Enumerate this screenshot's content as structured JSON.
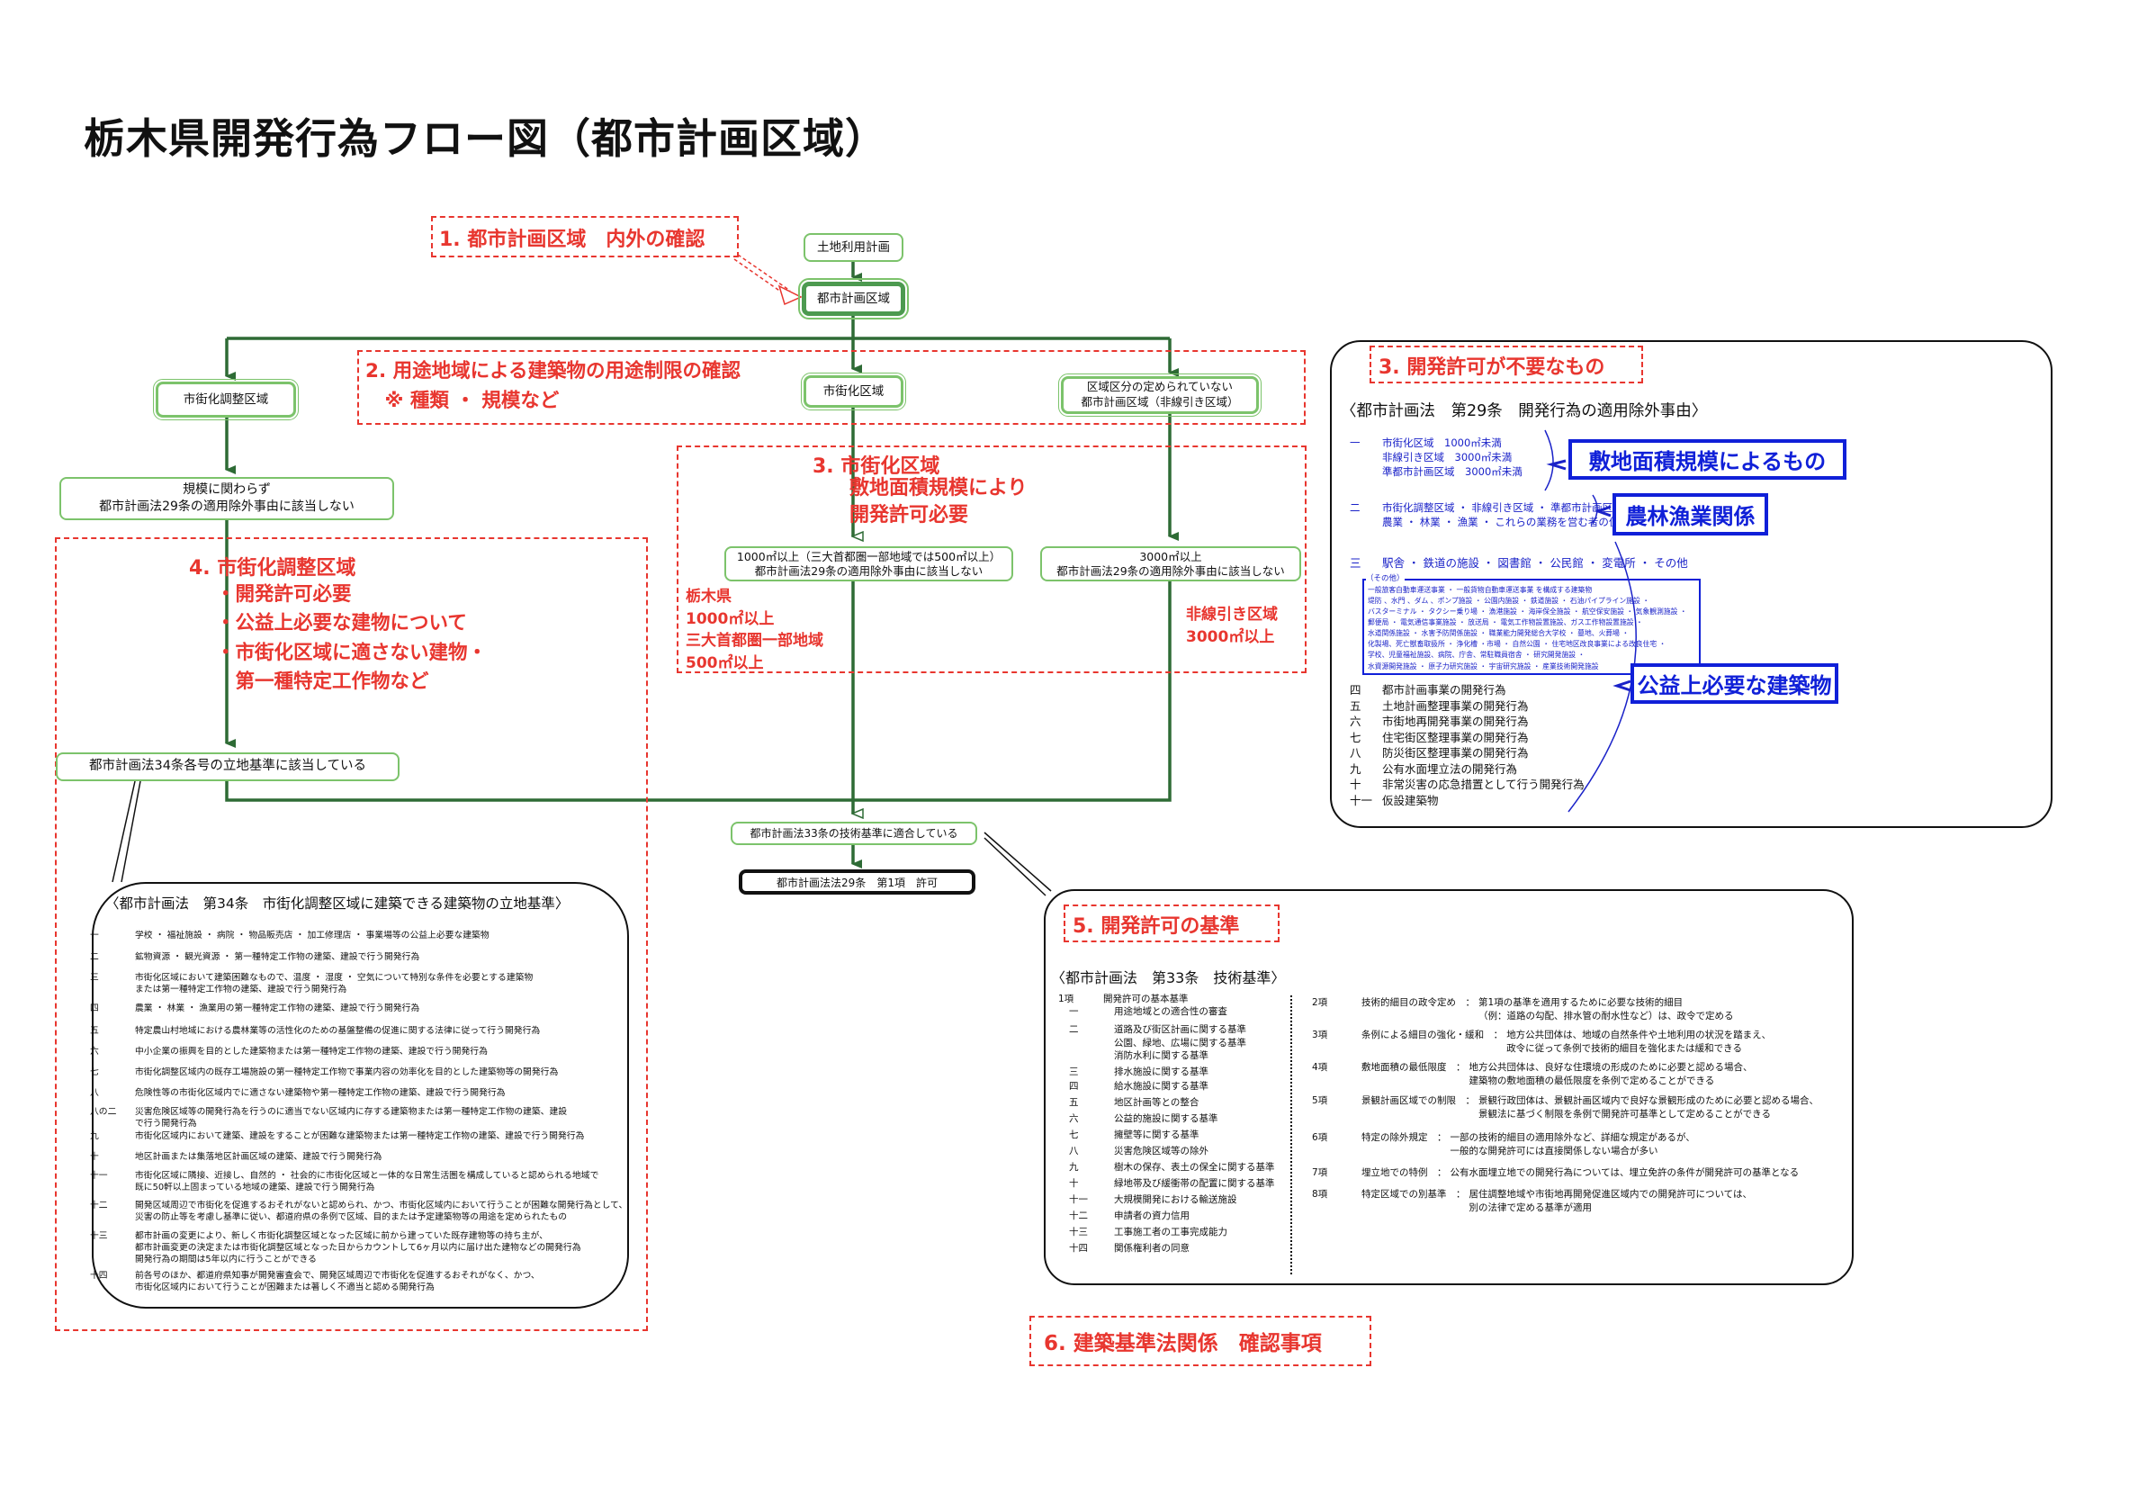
{
  "title": "栃木県開発行為フロー図（都市計画区域）",
  "colors": {
    "flow_green": "#2e6b35",
    "box_green": "#7cc36b",
    "annotation_red": "#e8362f",
    "highlight_blue": "#1020d8"
  },
  "flow": {
    "land_use_plan": "土地利用計画",
    "city_planning_area": "都市計画区域",
    "urbanization_control_area": "市街化調整区域",
    "urbanization_area": "市街化区域",
    "non_delineated_area": "区域区分の定められていない\n都市計画区域（非線引き区域）",
    "control_not_exempt": "規模に関わらず\n都市計画法29条の適用除外事由に該当しない",
    "urban_1000": "1000㎡以上（三大首都圏一部地域では500㎡以上）\n都市計画法29条の適用除外事由に該当しない",
    "nondelin_3000": "3000㎡以上\n都市計画法29条の適用除外事由に該当しない",
    "art34_location": "都市計画法34条各号の立地基準に該当している",
    "art33_technical": "都市計画法33条の技術基準に適合している",
    "permit": "都市計画法法29条　第1項　許可"
  },
  "annotations": {
    "s1": "1.  都市計画区域　内外の確認",
    "s2": "2.  用途地域による建築物の用途制限の確認\n　※ 種類 ・ 規模など",
    "s3_title": "3.  市街化区域",
    "s3_body": "敷地面積規模により\n開発許可必要",
    "s3_left": "栃木県\n1000㎡以上\n三大首都圏一部地域\n500㎡以上",
    "s3_right": "非線引き区域\n3000㎡以上",
    "s4_title": "4.  市街化調整区域",
    "s4_body": "・開発許可必要\n・公益上必要な建物について\n・市街化区域に適さない建物・\n　第一種特定工作物など",
    "s6": "6.  建築基準法関係　確認事項"
  },
  "panel3": {
    "label": "3.  開発許可が不要なもの",
    "heading": "〈都市計画法　第29条　開発行為の適用除外事由〉",
    "item1": {
      "num": "一",
      "text": "市街化区域　1000㎡未満\n非線引き区域　3000㎡未満\n準都市計画区域　3000㎡未満"
    },
    "item2": {
      "num": "二",
      "text": "市街化調整区域 ・ 非線引き区域 ・ 準都市計画区域で\n農業 ・ 林業 ・ 漁業 ・ これらの業務を営む者の住居"
    },
    "item3": {
      "num": "三",
      "text": "駅舎 ・ 鉄道の施設 ・ 図書館 ・ 公民館 ・ 変電所 ・ その他"
    },
    "other_label": "（その他）",
    "other_text": "一般旅客自動車運送事業 ・ 一般貨物自動車運送事業 を構成する建築物\n堤防 、水門 、ダム 、ポンプ施設 ・ 公園内施設 ・ 鉄道施設 ・ 石油パイプライン施設 ・\nバスターミナル ・ タクシー乗り場 ・ 漁港施設 ・ 海岸保全施設 ・ 航空保安施設 ・ 気象観測施設 ・\n郵便局 ・ 電気通信事業施設 ・ 放送局 ・ 電気工作物設置施設、ガス工作物設置施設 ・\n水道関係施設 ・ 水害予防関係施設 ・ 職業能力開発総合大学校 ・ 墓地、火葬場 ・\n化製場、死亡獣畜取扱所 ・ 浄化槽 ・市場 ・ 自然公園 ・ 住宅地区改良事業による改良住宅 ・\n学校、児童福祉施設、病院、庁舎、常駐職員宿舎 ・ 研究開発施設 ・\n水資源開発施設 ・ 原子力研究施設 ・ 宇宙研究施設 ・ 産業技術開発施設",
    "items_rest": [
      {
        "num": "四",
        "text": "都市計画事業の開発行為"
      },
      {
        "num": "五",
        "text": "土地計画整理事業の開発行為"
      },
      {
        "num": "六",
        "text": "市街地再開発事業の開発行為"
      },
      {
        "num": "七",
        "text": "住宅街区整理事業の開発行為"
      },
      {
        "num": "八",
        "text": "防災街区整理事業の開発行為"
      },
      {
        "num": "九",
        "text": "公有水面埋立法の開発行為"
      },
      {
        "num": "十",
        "text": "非常災害の応急措置として行う開発行為"
      },
      {
        "num": "十一",
        "text": "仮設建築物"
      }
    ],
    "tag_area": "敷地面積規模によるもの",
    "tag_agri": "農林漁業関係",
    "tag_public": "公益上必要な建築物"
  },
  "panel34": {
    "heading": "〈都市計画法　第34条　市街化調整区域に建築できる建築物の立地基準〉",
    "items": [
      {
        "num": "一",
        "text": "学校 ・ 福祉施設 ・ 病院 ・ 物品販売店 ・ 加工修理店 ・ 事業場等の公益上必要な建築物"
      },
      {
        "num": "二",
        "text": "鉱物資源 ・ 観光資源 ・ 第一種特定工作物の建築、建設で行う開発行為"
      },
      {
        "num": "三",
        "text": "市街化区域において建築困難なもので、温度 ・ 湿度 ・ 空気について特別な条件を必要とする建築物\nまたは第一種特定工作物の建築、建設で行う開発行為"
      },
      {
        "num": "四",
        "text": "農業 ・ 林業 ・ 漁業用の第一種特定工作物の建築、建設で行う開発行為"
      },
      {
        "num": "五",
        "text": "特定農山村地域における農林業等の活性化のための基盤整備の促進に関する法律に従って行う開発行為"
      },
      {
        "num": "六",
        "text": "中小企業の振興を目的とした建築物または第一種特定工作物の建築、建設で行う開発行為"
      },
      {
        "num": "七",
        "text": "市街化調整区域内の既存工場施設の第一種特定工作物で事業内容の効率化を目的とした建築物等の開発行為"
      },
      {
        "num": "八",
        "text": "危険性等の市街化区域内でに適さない建築物や第一種特定工作物の建築、建設で行う開発行為"
      },
      {
        "num": "八の二",
        "text": "災害危険区域等の開発行為を行うのに適当でない区域内に存する建築物または第一種特定工作物の建築、建設\nで行う開発行為"
      },
      {
        "num": "九",
        "text": "市街化区域内において建築、建設をすることが困難な建築物または第一種特定工作物の建築、建設で行う開発行為"
      },
      {
        "num": "十",
        "text": "地区計画または集落地区計画区域の建築、建設で行う開発行為"
      },
      {
        "num": "十一",
        "text": "市街化区域に隣接、近接し、自然的 ・ 社会的に市街化区域と一体的な日常生活圏を構成していると認められる地域で\n既に50軒以上固まっている地域の建築、建設で行う開発行為"
      },
      {
        "num": "十二",
        "text": "開発区域周辺で市街化を促進するおそれがないと認められ、かつ、市街化区域内において行うことが困難な開発行為として、\n災害の防止等を考慮し基準に従い、都道府県の条例で区域、目的または予定建築物等の用途を定められたもの"
      },
      {
        "num": "十三",
        "text": "都市計画の変更により、新しく市街化調整区域となった区域に前から建っていた既存建物等の持ち主が、\n都市計画変更の決定または市街化調整区域となった日からカウントして6ヶ月以内に届け出た建物などの開発行為\n開発行為の期間は5年以内に行うことができる"
      },
      {
        "num": "十四",
        "text": "前各号のほか、都道府県知事が開発審査会で、開発区域周辺で市街化を促進するおそれがなく、かつ、\n市街化区域内において行うことが困難または著しく不適当と認める開発行為"
      }
    ]
  },
  "panel5": {
    "label": "5.  開発許可の基準",
    "heading": "〈都市計画法　第33条　技術基準〉",
    "para1": {
      "num": "1項",
      "text": "開発許可の基本基準"
    },
    "para1_items": [
      {
        "num": "一",
        "text": "用途地域との適合性の審査"
      },
      {
        "num": "二",
        "text": "道路及び街区計画に関する基準\n公園、緑地、広場に関する基準\n消防水利に関する基準"
      },
      {
        "num": "三",
        "text": "排水施設に関する基準"
      },
      {
        "num": "四",
        "text": "給水施設に関する基準"
      },
      {
        "num": "五",
        "text": "地区計画等との整合"
      },
      {
        "num": "六",
        "text": "公益的施設に関する基準"
      },
      {
        "num": "七",
        "text": "擁壁等に関する基準"
      },
      {
        "num": "八",
        "text": "災害危険区域等の除外"
      },
      {
        "num": "九",
        "text": "樹木の保存、表土の保全に関する基準"
      },
      {
        "num": "十",
        "text": "緑地帯及び緩衝帯の配置に関する基準"
      },
      {
        "num": "十一",
        "text": "大規模開発における輸送施設"
      },
      {
        "num": "十二",
        "text": "申請者の資力信用"
      },
      {
        "num": "十三",
        "text": "工事施工者の工事完成能力"
      },
      {
        "num": "十四",
        "text": "関係権利者の同意"
      }
    ],
    "paras": [
      {
        "num": "2項",
        "head": "技術的細目の政令定め　：",
        "text": "第1項の基準を適用するために必要な技術的細目\n（例：道路の勾配、排水管の耐水性など）は、政令で定める"
      },
      {
        "num": "3項",
        "head": "条例による細目の強化・緩和　：",
        "text": "地方公共団体は、地域の自然条件や土地利用の状況を踏まえ、\n政令に従って条例で技術的細目を強化または緩和できる"
      },
      {
        "num": "4項",
        "head": "敷地面積の最低限度　：",
        "text": "地方公共団体は、良好な住環境の形成のために必要と認める場合、\n建築物の敷地面積の最低限度を条例で定めることができる"
      },
      {
        "num": "5項",
        "head": "景観計画区域での制限　：",
        "text": "景観行政団体は、景観計画区域内で良好な景観形成のために必要と認める場合、\n景観法に基づく制限を条例で開発許可基準として定めることができる"
      },
      {
        "num": "6項",
        "head": "特定の除外規定　：",
        "text": "一部の技術的細目の適用除外など、詳細な規定があるが、\n一般的な開発許可には直接関係しない場合が多い"
      },
      {
        "num": "7項",
        "head": "埋立地での特例　：",
        "text": "公有水面埋立地での開発行為については、埋立免許の条件が開発許可の基準となる"
      },
      {
        "num": "8項",
        "head": "特定区域での別基準　：",
        "text": "居住調整地域や市街地再開発促進区域内での開発許可については、\n別の法律で定める基準が適用"
      }
    ]
  }
}
